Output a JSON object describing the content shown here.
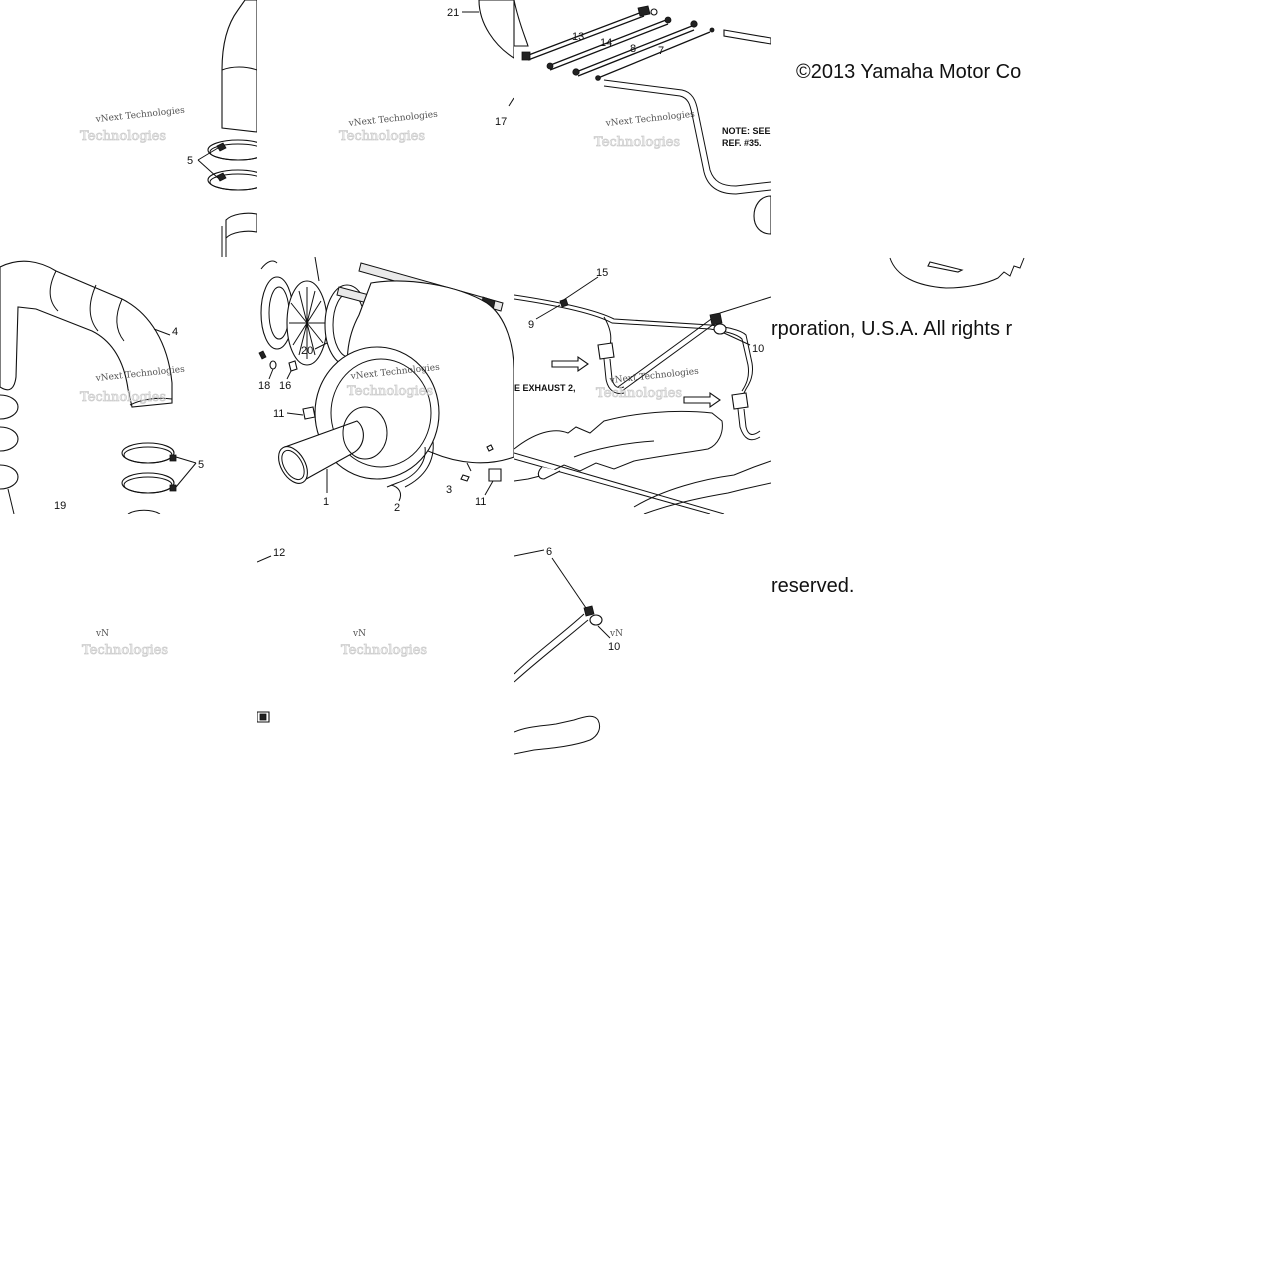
{
  "copyright": {
    "line1": "©2013 Yamaha Motor Co",
    "line2": "rporation, U.S.A. All rights r",
    "line3": "reserved."
  },
  "watermark": {
    "text": "vNext Technologies",
    "ghost": "Technologies",
    "cropped": "vN"
  },
  "note": {
    "line1": "NOTE: SEE",
    "line2": "REF. #35.",
    "exhaust_fragment": "E EXHAUST 2,"
  },
  "callouts": {
    "c21": "21",
    "c13": "13",
    "c14": "14",
    "c8": "8",
    "c7": "7",
    "c17": "17",
    "c5a": "5",
    "c4": "4",
    "c20": "20",
    "c18": "18",
    "c16": "16",
    "c11a": "11",
    "c1": "1",
    "c2": "2",
    "c3": "3",
    "c11b": "11",
    "c15": "15",
    "c9": "9",
    "c10a": "10",
    "c5b": "5",
    "c19": "19",
    "c12": "12",
    "c6": "6",
    "c10b": "10"
  },
  "colors": {
    "line": "#111111",
    "background": "#ffffff",
    "watermark_ghost": "#c9c9c9"
  }
}
